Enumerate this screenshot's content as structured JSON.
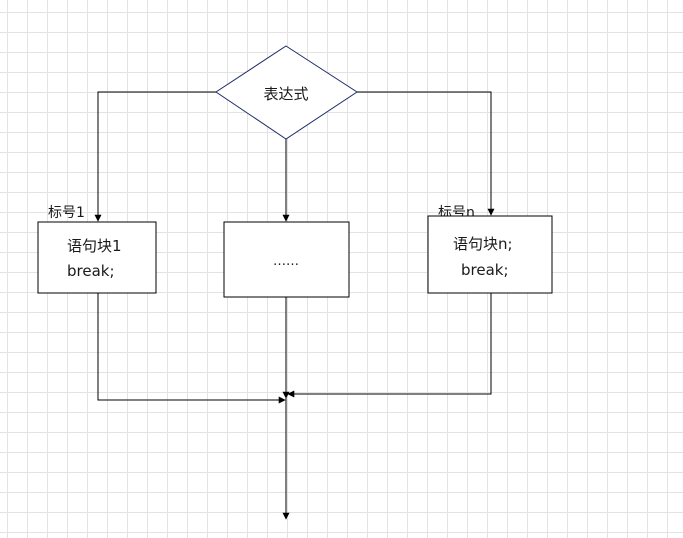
{
  "diagram": {
    "decision": {
      "label": "表达式"
    },
    "labels": {
      "left": "标号1",
      "right": "标号n"
    },
    "blocks": {
      "left": {
        "line1": "语句块1",
        "line2": "break;"
      },
      "middle": {
        "line1": "……"
      },
      "right": {
        "line1": "语句块n;",
        "line2": "break;"
      }
    },
    "colors": {
      "line": "#000000",
      "diamond_stroke": "#1f2d6b"
    }
  }
}
